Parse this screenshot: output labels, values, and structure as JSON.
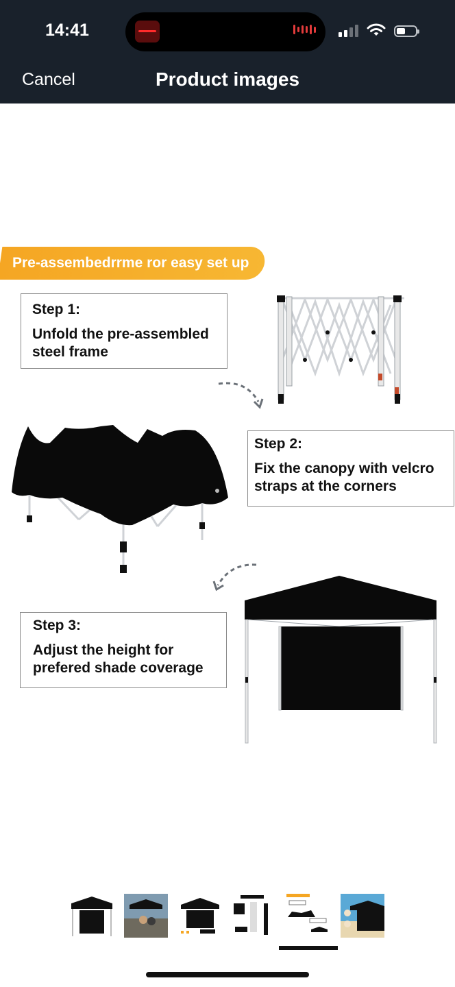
{
  "status": {
    "time": "14:41"
  },
  "nav": {
    "cancel": "Cancel",
    "title": "Product images"
  },
  "banner": "Pre-assembedrrme ror easy set up",
  "steps": [
    {
      "title": "Step 1:",
      "text": "Unfold the pre-assembled steel frame"
    },
    {
      "title": "Step 2:",
      "text": "Fix the canopy with velcro straps at the corners"
    },
    {
      "title": "Step 3:",
      "text": "Adjust the height for prefered shade coverage"
    }
  ],
  "thumbnails": {
    "count": 6,
    "selected_index": 4,
    "selected_marker": "thumbnail-5"
  },
  "colors": {
    "topbar": "#19212b",
    "banner": "#f5a623",
    "canopy": "#000000"
  }
}
